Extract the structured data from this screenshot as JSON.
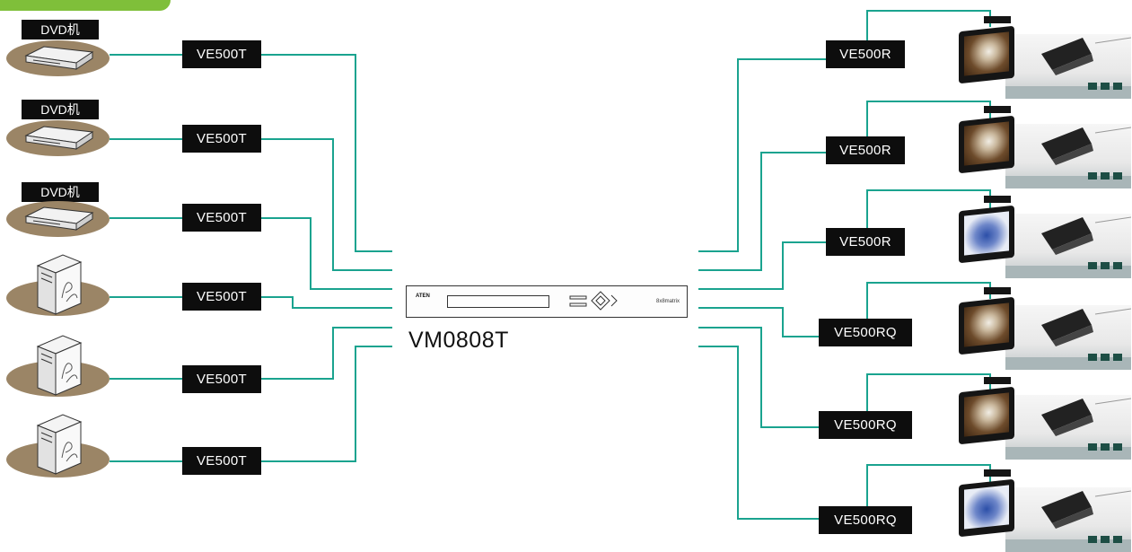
{
  "colors": {
    "wire": "#1aa38f",
    "box": "#0d0d0d",
    "base": "#9b8566",
    "tab": "#7fbf3a"
  },
  "sources": [
    {
      "type": "dvd",
      "label": "DVD机",
      "extender": "VE500T"
    },
    {
      "type": "dvd",
      "label": "DVD机",
      "extender": "VE500T"
    },
    {
      "type": "dvd",
      "label": "DVD机",
      "extender": "VE500T"
    },
    {
      "type": "pc",
      "extender": "VE500T"
    },
    {
      "type": "pc",
      "extender": "VE500T"
    },
    {
      "type": "pc",
      "extender": "VE500T"
    }
  ],
  "matrix": {
    "brand": "ATEN",
    "model": "8x8matrix",
    "title": "VM0808T"
  },
  "receivers": [
    {
      "extender": "VE500R",
      "screen": "pearls"
    },
    {
      "extender": "VE500R",
      "screen": "pearls"
    },
    {
      "extender": "VE500R",
      "screen": "blue-car"
    },
    {
      "extender": "VE500RQ",
      "screen": "pearls"
    },
    {
      "extender": "VE500RQ",
      "screen": "pearls"
    },
    {
      "extender": "VE500RQ",
      "screen": "blue-car"
    }
  ]
}
